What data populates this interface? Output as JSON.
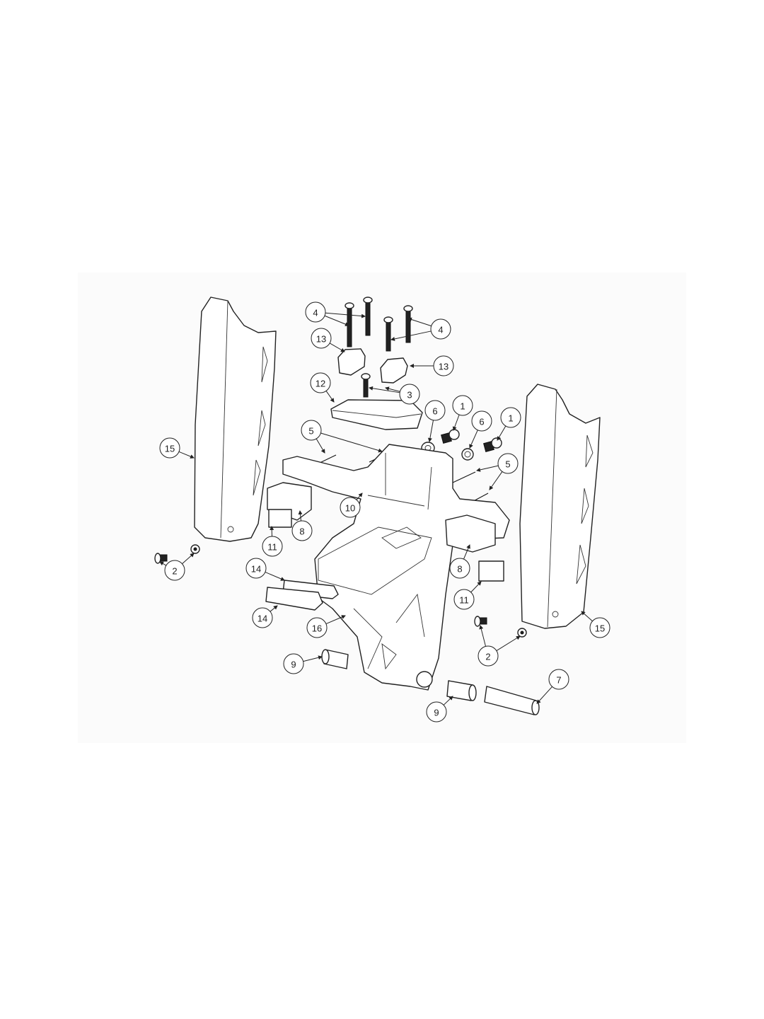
{
  "diagram": {
    "type": "exploded-assembly",
    "callouts": [
      {
        "label": "4"
      },
      {
        "label": "4"
      },
      {
        "label": "13"
      },
      {
        "label": "13"
      },
      {
        "label": "12"
      },
      {
        "label": "3"
      },
      {
        "label": "1"
      },
      {
        "label": "1"
      },
      {
        "label": "6"
      },
      {
        "label": "6"
      },
      {
        "label": "5"
      },
      {
        "label": "5"
      },
      {
        "label": "15"
      },
      {
        "label": "15"
      },
      {
        "label": "10"
      },
      {
        "label": "8"
      },
      {
        "label": "8"
      },
      {
        "label": "11"
      },
      {
        "label": "11"
      },
      {
        "label": "2"
      },
      {
        "label": "2"
      },
      {
        "label": "14"
      },
      {
        "label": "14"
      },
      {
        "label": "16"
      },
      {
        "label": "9"
      },
      {
        "label": "9"
      },
      {
        "label": "7"
      }
    ]
  }
}
